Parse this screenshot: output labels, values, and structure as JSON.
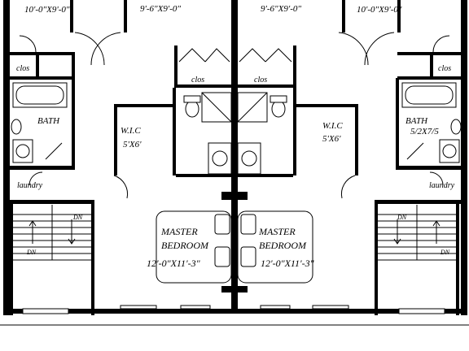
{
  "rooms": {
    "top_dims": [
      "10'-0\"X9'-0\"",
      "9'-6\"X9'-0\"",
      "9'-6\"X9'-0\"",
      "10'-0\"X9'-0\""
    ],
    "clos_left_small": "clos",
    "clos_left_center": "clos",
    "clos_right_center": "clos",
    "clos_right_small": "clos",
    "bath_left": "BATH",
    "bath_right": "BATH",
    "bath_right_dims": "5/2X7/5",
    "laundry_left": "laundry",
    "laundry_right": "laundry",
    "wic_left_name": "W.I.C",
    "wic_left_dims": "5'X6'",
    "wic_right_name": "W.I.C",
    "wic_right_dims": "5'X6'",
    "master_left_line1": "MASTER",
    "master_left_line2": "BEDROOM",
    "master_left_dims": "12'-0\"X11'-3\"",
    "master_right_line1": "MASTER",
    "master_right_line2": "BEDROOM",
    "master_right_dims": "12'-0\"X11'-3\"",
    "stair_left_up": "DN",
    "stair_left_down": "DN",
    "stair_right_up": "DN",
    "stair_right_down": "DN"
  }
}
